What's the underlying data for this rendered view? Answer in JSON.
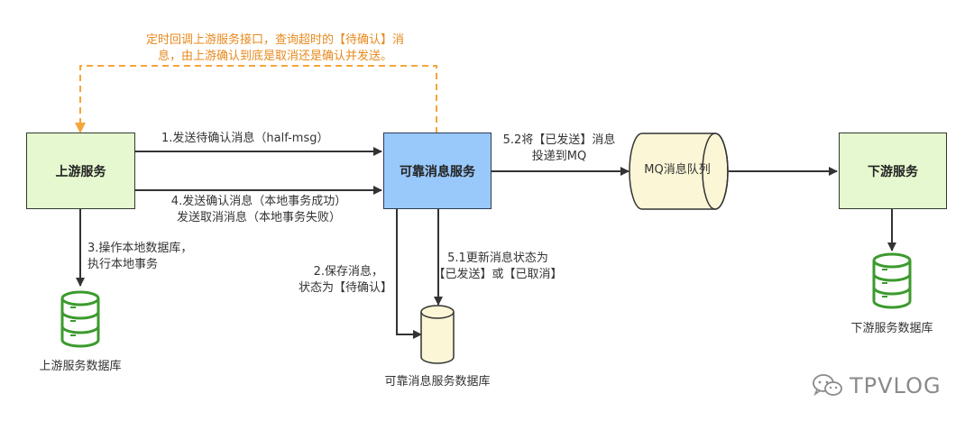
{
  "nodes": {
    "upstream": "上游服务",
    "reliable": "可靠消息服务",
    "mq": "MQ消息队列",
    "downstream": "下游服务"
  },
  "databases": {
    "upstream_db": "上游服务数据库",
    "reliable_db": "可靠消息服务数据库",
    "downstream_db": "下游服务数据库"
  },
  "edges": {
    "step1": "1.发送待确认消息（half-msg）",
    "step2_line1": "2.保存消息，",
    "step2_line2": "状态为【待确认】",
    "step3_line1": "3.操作本地数据库，",
    "step3_line2": "执行本地事务",
    "step4_line1": "4.发送确认消息（本地事务成功）",
    "step4_line2": "发送取消消息（本地事务失败）",
    "step51_line1": "5.1更新消息状态为",
    "step51_line2": "【已发送】或【已取消】",
    "step52_line1": "5.2将【已发送】消息",
    "step52_line2": "投递到MQ"
  },
  "callback": {
    "line1": "定时回调上游服务接口，查询超时的【待确认】消",
    "line2": "息，由上游确认到底是取消还是确认并发送。"
  },
  "watermark": {
    "icon": "wechat-icon",
    "text": "TPVLOG"
  },
  "colors": {
    "green_fill": "#e6f8cf",
    "blue_fill": "#99c8fa",
    "db_green": "#3c9a2e",
    "callback_orange": "#f5a53a"
  }
}
